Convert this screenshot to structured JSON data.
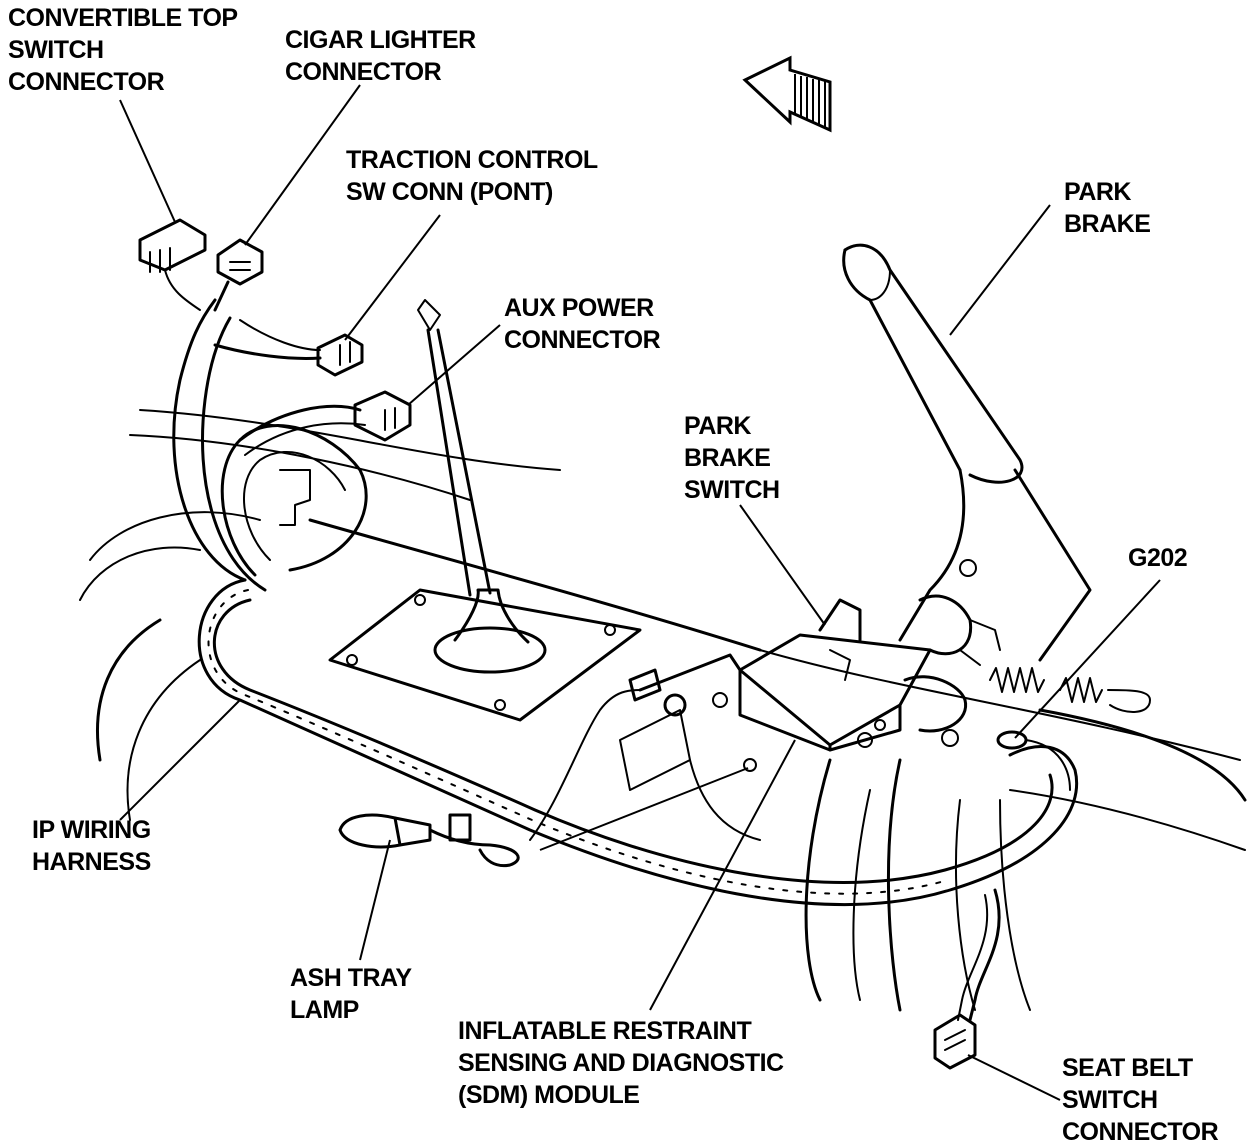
{
  "labels": {
    "convertible_top": [
      "CONVERTIBLE TOP",
      "SWITCH",
      "CONNECTOR"
    ],
    "cigar_lighter": [
      "CIGAR LIGHTER",
      "CONNECTOR"
    ],
    "traction_control": [
      "TRACTION CONTROL",
      "SW CONN (PONT)"
    ],
    "aux_power": [
      "AUX POWER",
      "CONNECTOR"
    ],
    "park_brake": [
      "PARK",
      "BRAKE"
    ],
    "park_brake_switch": [
      "PARK",
      "BRAKE",
      "SWITCH"
    ],
    "g202": [
      "G202"
    ],
    "ip_wiring_harness": [
      "IP WIRING",
      "HARNESS"
    ],
    "ash_tray_lamp": [
      "ASH TRAY",
      "LAMP"
    ],
    "sdm_module": [
      "INFLATABLE RESTRAINT",
      "SENSING AND DIAGNOSTIC",
      "(SDM) MODULE"
    ],
    "seat_belt_switch": [
      "SEAT BELT",
      "SWITCH",
      "CONNECTOR"
    ]
  },
  "colors": {
    "ink": "#000000",
    "paper": "#ffffff"
  },
  "icons": {
    "direction_arrow": "forward-arrow-icon"
  }
}
